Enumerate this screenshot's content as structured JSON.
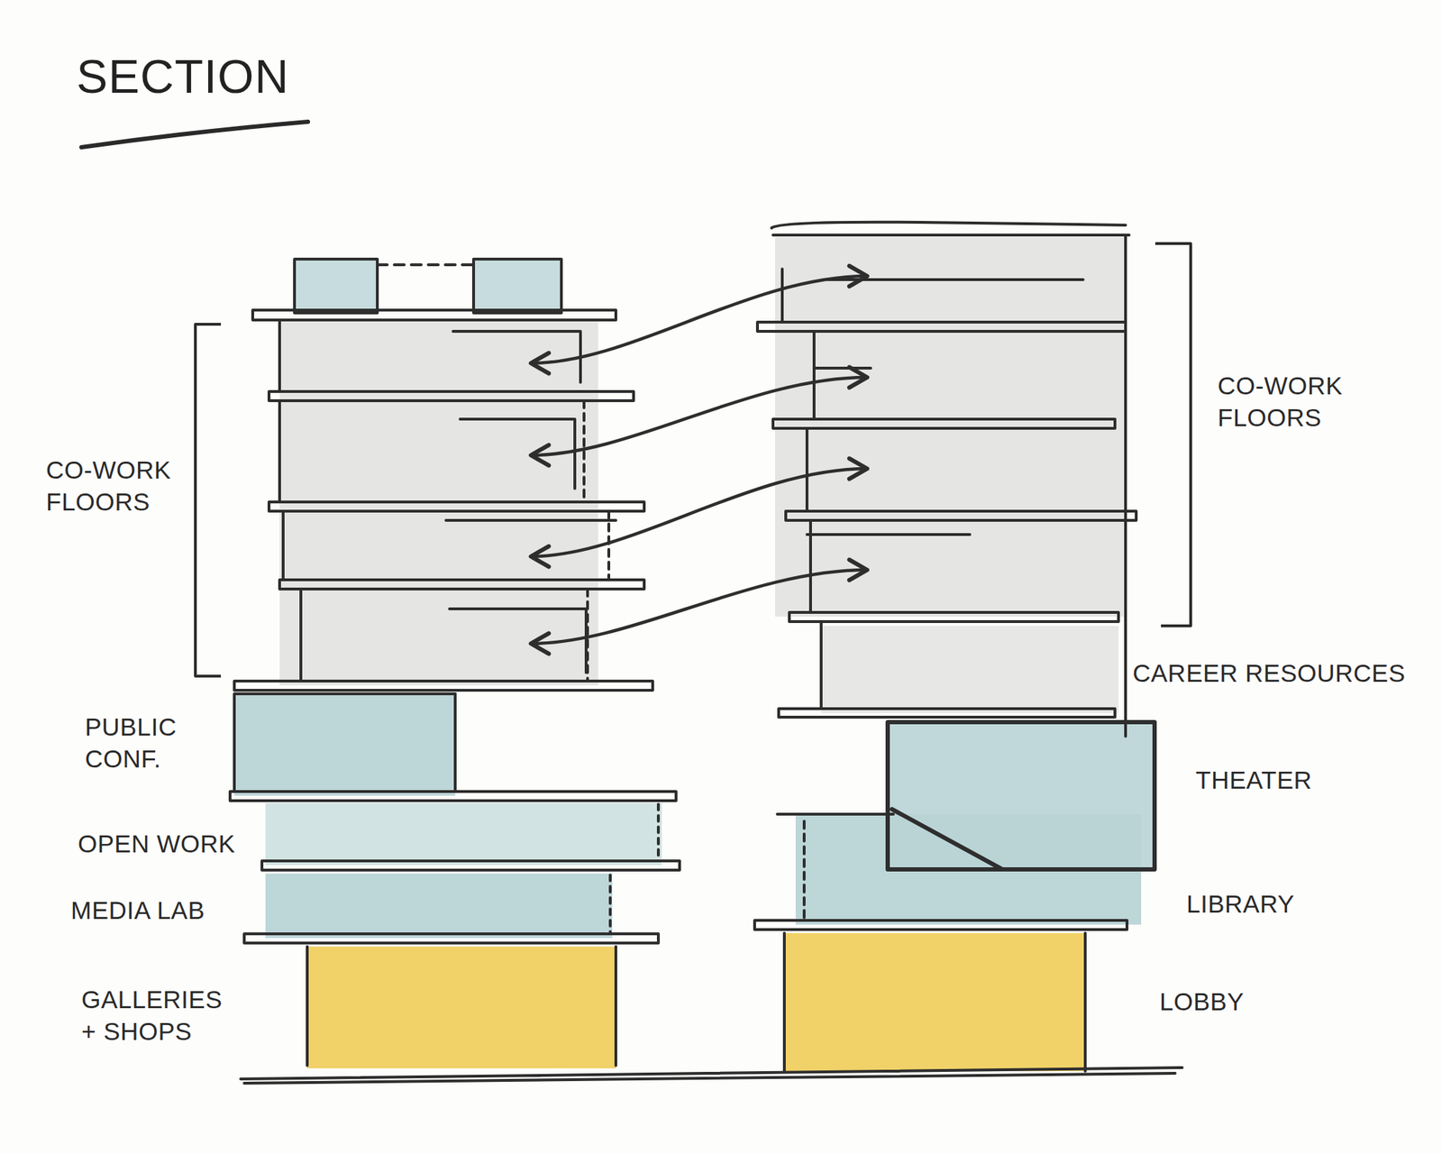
{
  "diagram": {
    "title": "SECTION",
    "nodes": [
      {
        "text": [
          "CO-WORK FLOORS"
        ]
      },
      {
        "text": [
          "CO-WORK FLOORS"
        ]
      },
      {
        "text": [
          "PUBLIC CONF."
        ]
      },
      {
        "text": [
          "CAREER RESOURCES"
        ]
      },
      {
        "text": [
          "THEATER"
        ]
      },
      {
        "text": [
          "OPEN WORK"
        ]
      },
      {
        "text": [
          "LIBRARY"
        ]
      },
      {
        "text": [
          "MEDIA LAB"
        ]
      },
      {
        "text": [
          "GALLERIES + SHOPS"
        ]
      },
      {
        "text": [
          "LOBBY"
        ]
      }
    ],
    "edges": [
      {
        "from": 0,
        "to": 1,
        "arrow": "both"
      },
      {
        "from": 0,
        "to": 1,
        "arrow": "both"
      },
      {
        "from": 0,
        "to": 1,
        "arrow": "both"
      },
      {
        "from": 0,
        "to": 1,
        "arrow": "both"
      }
    ]
  }
}
